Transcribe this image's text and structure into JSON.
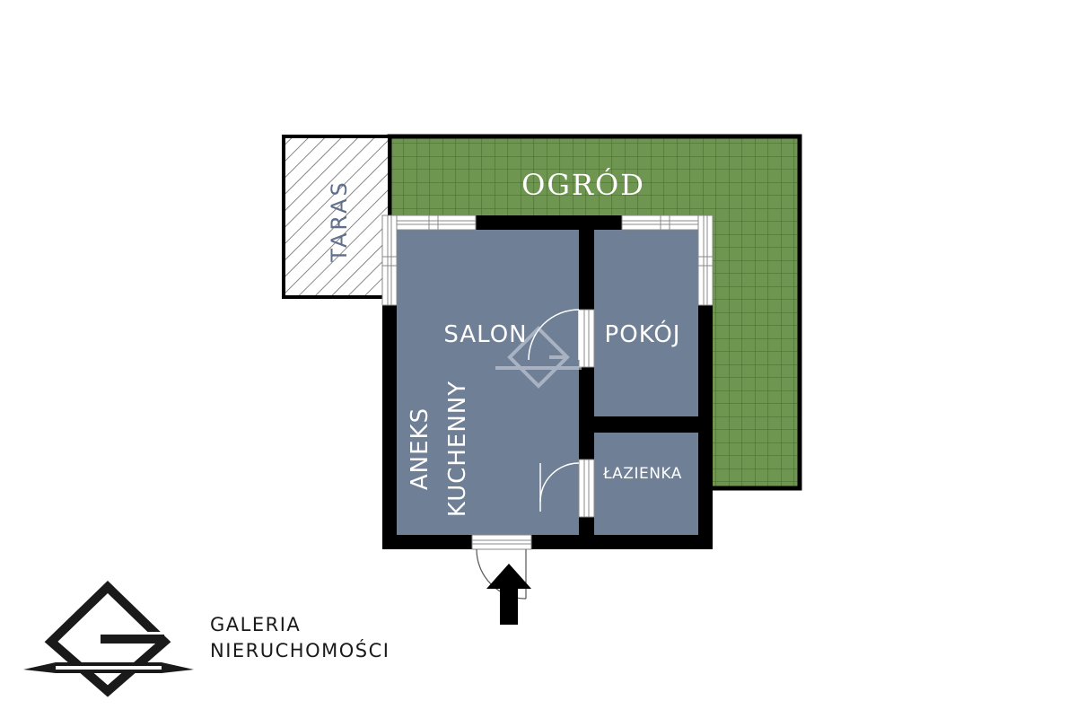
{
  "rooms": {
    "garden": "OGRÓD",
    "terrace": "TARAS",
    "living_room": "SALON",
    "room": "POKÓJ",
    "bathroom": "ŁAZIENKA",
    "kitchenette_line1": "ANEKS",
    "kitchenette_line2": "KUCHENNY"
  },
  "logo": {
    "line1": "GALERIA",
    "line2": "NIERUCHOMOŚCI"
  },
  "colors": {
    "room_fill": "#6f7f96",
    "garden_fill": "#6e9650",
    "garden_grid": "#4e7332",
    "wall": "#000000",
    "terrace_hatch": "#6a6a6a"
  }
}
